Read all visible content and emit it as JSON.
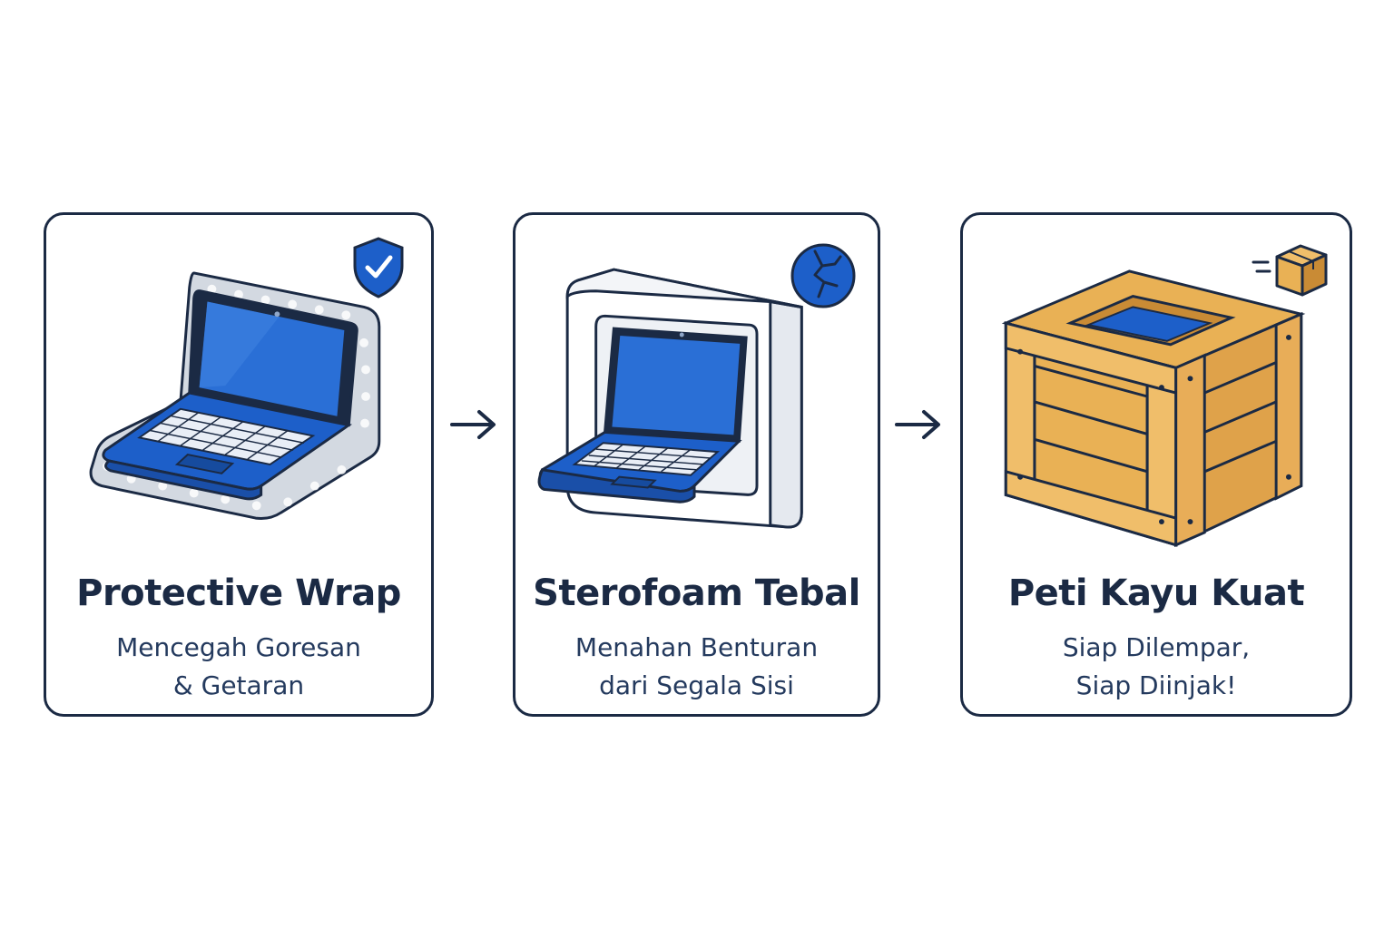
{
  "steps": [
    {
      "title": "Protective Wrap",
      "desc_line1": "Mencegah Goresan",
      "desc_line2": "& Getaran",
      "badge_icon": "shield-check-icon",
      "illustration": "laptop-in-bubble-wrap"
    },
    {
      "title": "Sterofoam Tebal",
      "desc_line1": "Menahan Benturan",
      "desc_line2": "dari Segala Sisi",
      "badge_icon": "cracked-circle-icon",
      "illustration": "laptop-in-styrofoam"
    },
    {
      "title": "Peti Kayu Kuat",
      "desc_line1": "Siap Dilempar,",
      "desc_line2": "Siap Diinjak!",
      "badge_icon": "moving-box-icon",
      "illustration": "wooden-crate"
    }
  ],
  "connectors": [
    "arrow-right-icon",
    "arrow-right-icon"
  ],
  "colors": {
    "outline": "#1b2a44",
    "accent_blue": "#1d5fc9",
    "screen_blue": "#2a6fd6",
    "wrap_gray": "#c9d0d9",
    "wood": "#e9b155",
    "wood_dark": "#c98b35"
  }
}
